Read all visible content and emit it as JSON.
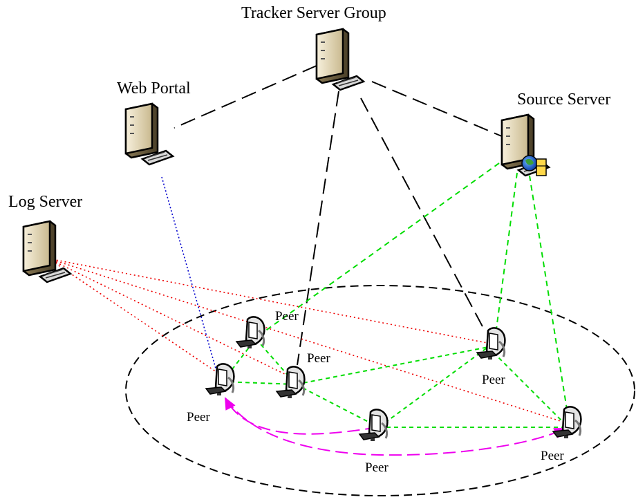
{
  "servers": {
    "tracker": {
      "label": "Tracker Server Group",
      "icon": "server-icon"
    },
    "web": {
      "label": "Web Portal",
      "icon": "server-icon"
    },
    "source": {
      "label": "Source Server",
      "icon": "server-globe-icon"
    },
    "log": {
      "label": "Log Server",
      "icon": "server-icon"
    }
  },
  "peers": [
    {
      "label": "Peer",
      "icon": "computer-icon"
    },
    {
      "label": "Peer",
      "icon": "computer-icon"
    },
    {
      "label": "Peer",
      "icon": "computer-icon"
    },
    {
      "label": "Peer",
      "icon": "computer-icon"
    },
    {
      "label": "Peer",
      "icon": "computer-icon"
    },
    {
      "label": "Peer",
      "icon": "computer-icon"
    }
  ],
  "colors": {
    "tracker_link": "#000000",
    "source_link": "#00dd00",
    "log_link": "#ee0000",
    "web_link": "#0000cc",
    "peer_link": "#00dd00",
    "transfer_link": "#ee00ee",
    "server_body": "#e8dcc0"
  }
}
